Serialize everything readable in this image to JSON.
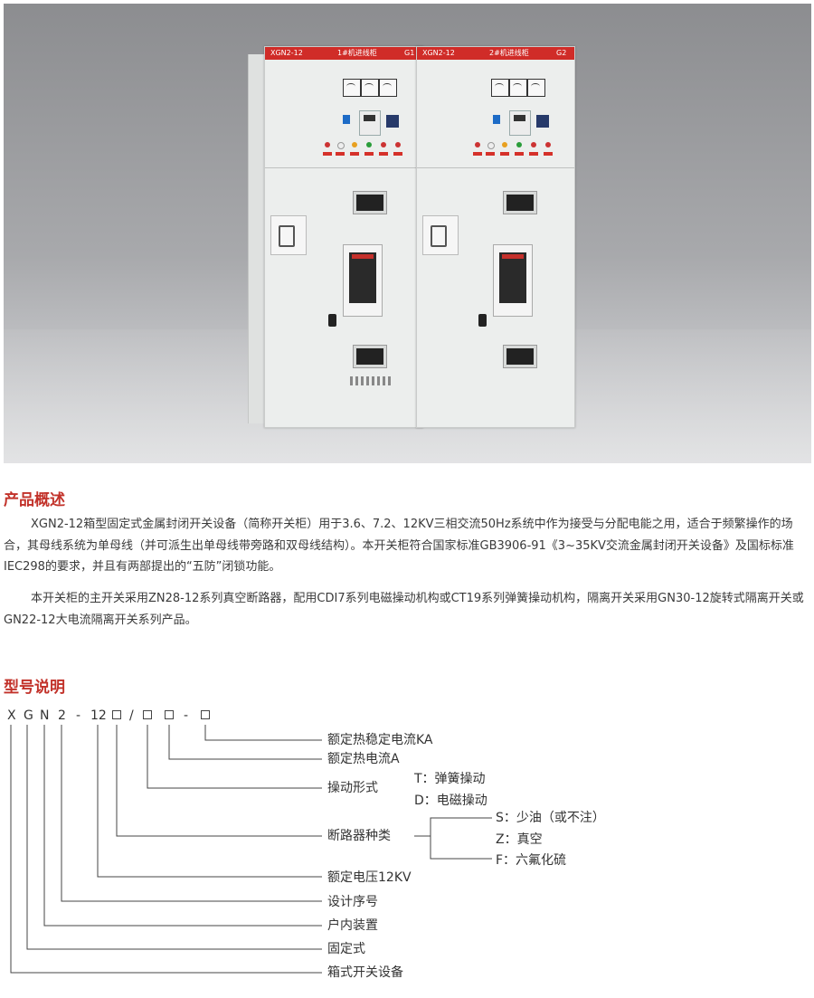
{
  "photo": {
    "cabinets": [
      {
        "model": "XGN2-12",
        "name": "1#机进线柜",
        "code": "G1"
      },
      {
        "model": "XGN2-12",
        "name": "2#机进线柜",
        "code": "G2"
      }
    ]
  },
  "overview": {
    "heading": "产品概述",
    "paragraph1": "XGN2-12箱型固定式金属封闭开关设备（简称开关柜）用于3.6、7.2、12KV三相交流50Hz系统中作为接受与分配电能之用，适合于频繁操作的场合，其母线系统为单母线（并可派生出单母线带旁路和双母线结构）。本开关柜符合国家标准GB3906-91《3~35KV交流金属封闭开关设备》及国标标准IEC298的要求，并且有两部提出的“五防”闭锁功能。",
    "paragraph2": "本开关柜的主开关采用ZN28-12系列真空断路器，配用CDI7系列电磁操动机构或CT19系列弹簧操动机构，隔离开关采用GN30-12旋转式隔离开关或GN22-12大电流隔离开关系列产品。"
  },
  "model": {
    "heading": "型号说明",
    "code_chars": [
      "X",
      "G",
      "N",
      "2",
      "-",
      "12",
      "/",
      "-"
    ],
    "labels": {
      "thermal_stable_current": "额定热稳定电流KA",
      "thermal_current": "额定热电流A",
      "operation_form": "操动形式",
      "op_t": "T：弹簧操动",
      "op_d": "D：电磁操动",
      "breaker_type": "断路器种类",
      "br_s": "S：少油（或不注）",
      "br_z": "Z：真空",
      "br_f": "F：六氟化硫",
      "rated_voltage": "额定电压12KV",
      "design_no": "设计序号",
      "indoor": "户内装置",
      "fixed": "固定式",
      "box_switchgear": "箱式开关设备"
    }
  }
}
